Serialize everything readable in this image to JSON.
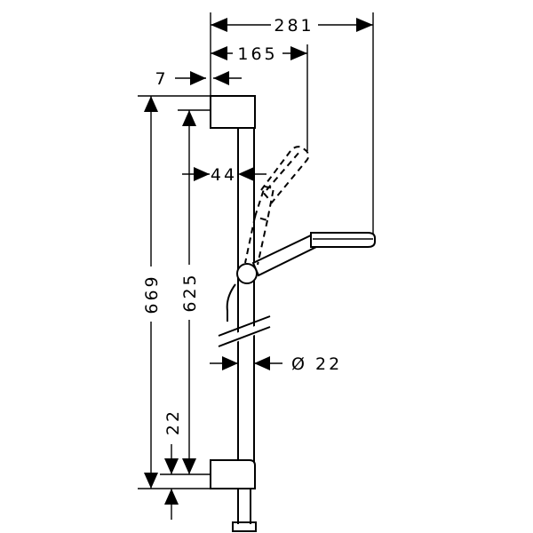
{
  "diagram": {
    "dimensions": {
      "overall_width": "281",
      "head_offset": "165",
      "bracket_offset": "7",
      "rail_offset": "44",
      "overall_height": "669",
      "rail_height": "625",
      "bottom_offset": "22",
      "rail_diameter": "Ø 22"
    }
  }
}
